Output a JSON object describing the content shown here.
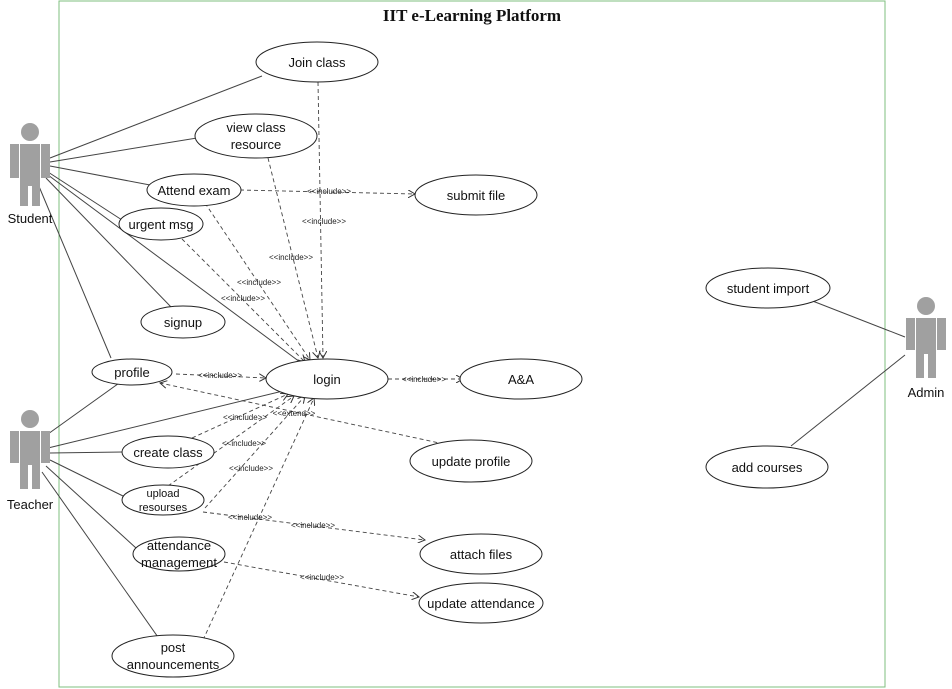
{
  "title": "IIT e-Learning Platform",
  "actors": {
    "student": "Student",
    "teacher": "Teacher",
    "admin": "Admin"
  },
  "use_cases": {
    "join_class": "Join class",
    "view_class_resource_1": "view class",
    "view_class_resource_2": "resource",
    "attend_exam": "Attend exam",
    "urgent_msg": "urgent msg",
    "signup": "signup",
    "profile": "profile",
    "login": "login",
    "submit_file": "submit file",
    "aa": "A&A",
    "create_class": "create class",
    "upload_resources_1": "upload",
    "upload_resources_2": "resourses",
    "attendance_management_1": "attendance",
    "attendance_management_2": "management",
    "post_announcements_1": "post",
    "post_announcements_2": "announcements",
    "update_profile": "update profile",
    "attach_files": "attach files",
    "update_attendance": "update attendance",
    "student_import": "student import",
    "add_courses": "add courses"
  },
  "stereotypes": {
    "include": "<<include>>",
    "extend": "<<extend>>"
  },
  "colors": {
    "actor": "#a0a0a0",
    "boundary": "#7fbf7f",
    "line": "#444444"
  }
}
